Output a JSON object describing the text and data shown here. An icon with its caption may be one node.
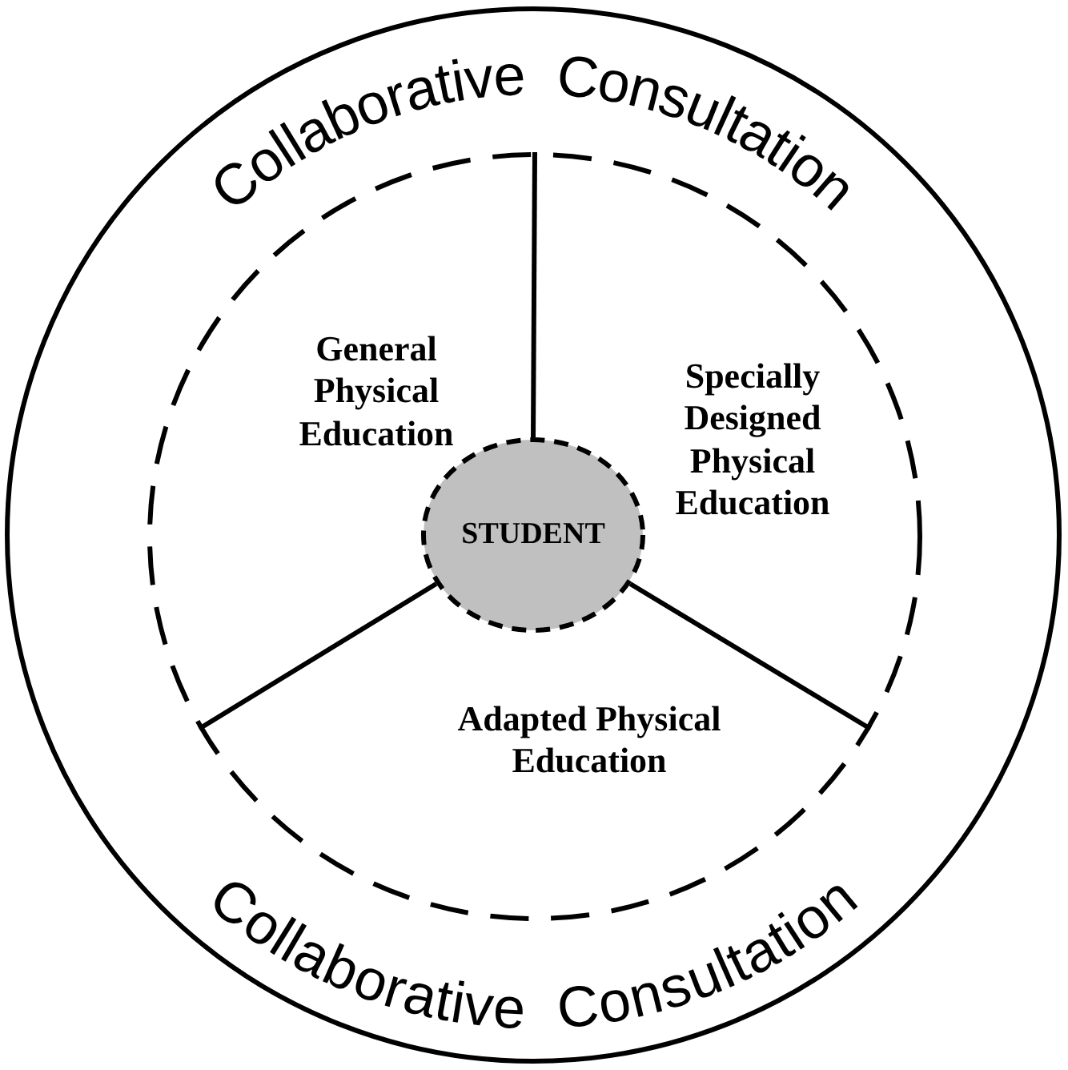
{
  "diagram": {
    "nodes": [
      {
        "text": [
          "Collaborative Consultation",
          "Collaborative Consultation"
        ]
      },
      {
        "text": [],
        "shape": "circle",
        "in": 0
      },
      {
        "text": [
          "STUDENT"
        ],
        "in": 1
      }
    ],
    "edges": [
      {
        "from": 2,
        "to": 1,
        "arrow": "none"
      },
      {
        "from": 2,
        "to": 1,
        "arrow": "none"
      },
      {
        "from": 2,
        "to": 1,
        "arrow": "none"
      }
    ],
    "labels": [
      "General Physical Education",
      "Specially Designed Physical Education",
      "Adapted Physical Education"
    ]
  }
}
